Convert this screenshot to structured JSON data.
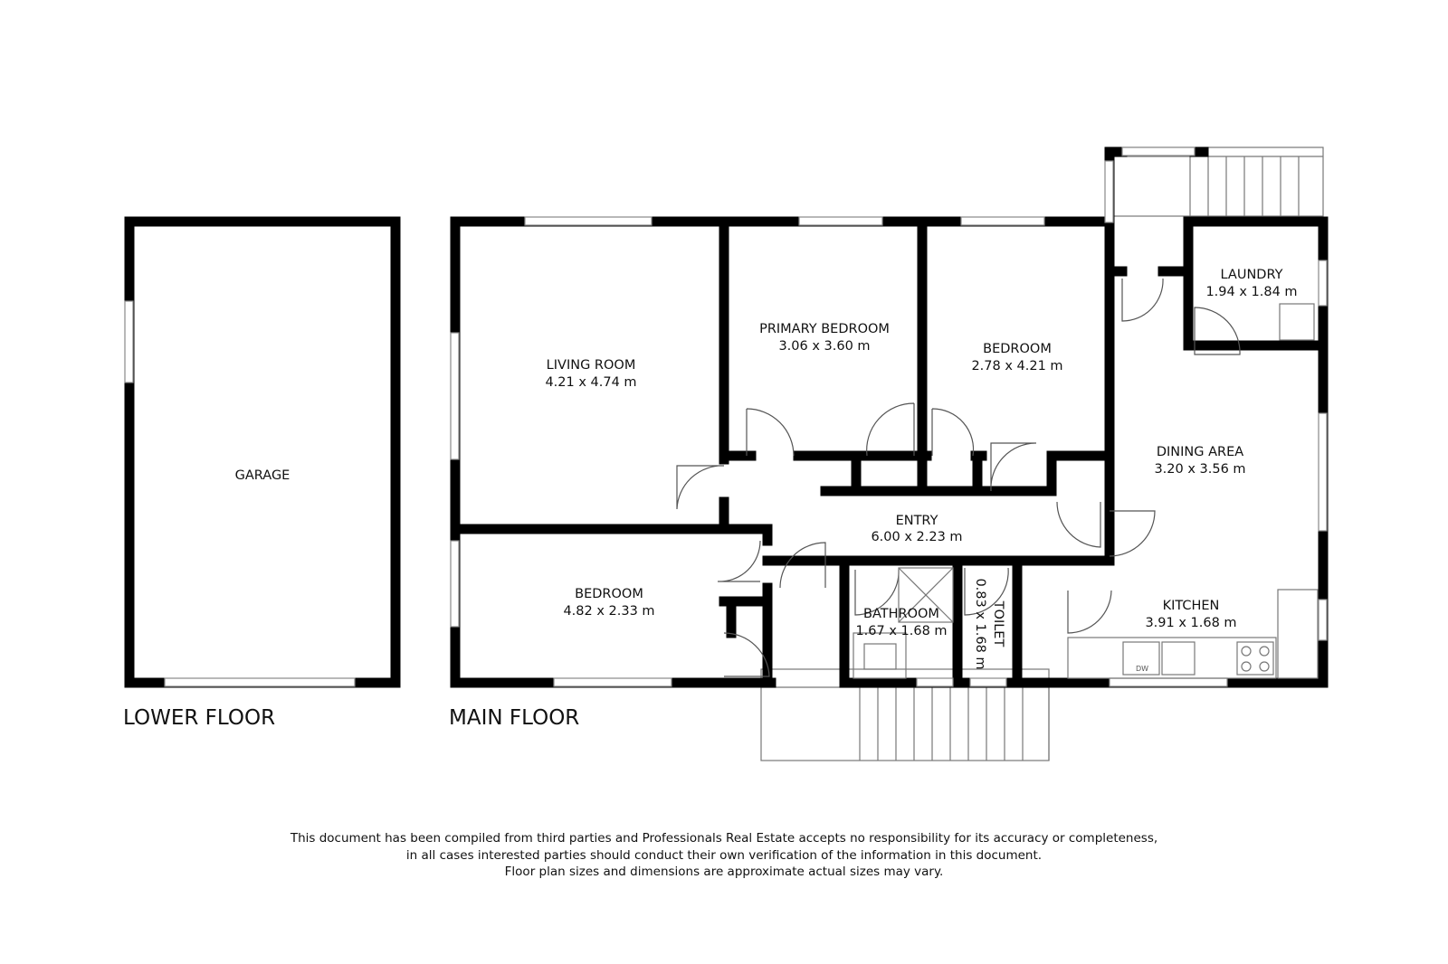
{
  "floors": {
    "lower": "LOWER FLOOR",
    "main": "MAIN FLOOR"
  },
  "rooms": {
    "garage": {
      "name": "GARAGE",
      "size": ""
    },
    "living": {
      "name": "LIVING ROOM",
      "size": "4.21 x 4.74 m"
    },
    "primary": {
      "name": "PRIMARY BEDROOM",
      "size": "3.06 x 3.60 m"
    },
    "bedroom1": {
      "name": "BEDROOM",
      "size": "2.78 x 4.21 m"
    },
    "laundry": {
      "name": "LAUNDRY",
      "size": "1.94 x 1.84 m"
    },
    "dining": {
      "name": "DINING AREA",
      "size": "3.20 x 3.56 m"
    },
    "entry": {
      "name": "ENTRY",
      "size": "6.00 x 2.23 m"
    },
    "bedroom2": {
      "name": "BEDROOM",
      "size": "4.82 x 2.33 m"
    },
    "bathroom": {
      "name": "BATHROOM",
      "size": "1.67 x 1.68 m"
    },
    "toilet": {
      "name": "TOILET",
      "size": "0.83 x 1.68 m"
    },
    "kitchen": {
      "name": "KITCHEN",
      "size": "3.91 x 1.68 m"
    }
  },
  "fixtures": {
    "dishwasher": "DW"
  },
  "disclaimer": [
    "This document has been compiled from third parties and Professionals Real Estate accepts no responsibility for its accuracy or completeness,",
    "in all cases interested parties should conduct their own verification of the information in this document.",
    "Floor plan sizes and dimensions are approximate actual sizes may vary."
  ]
}
